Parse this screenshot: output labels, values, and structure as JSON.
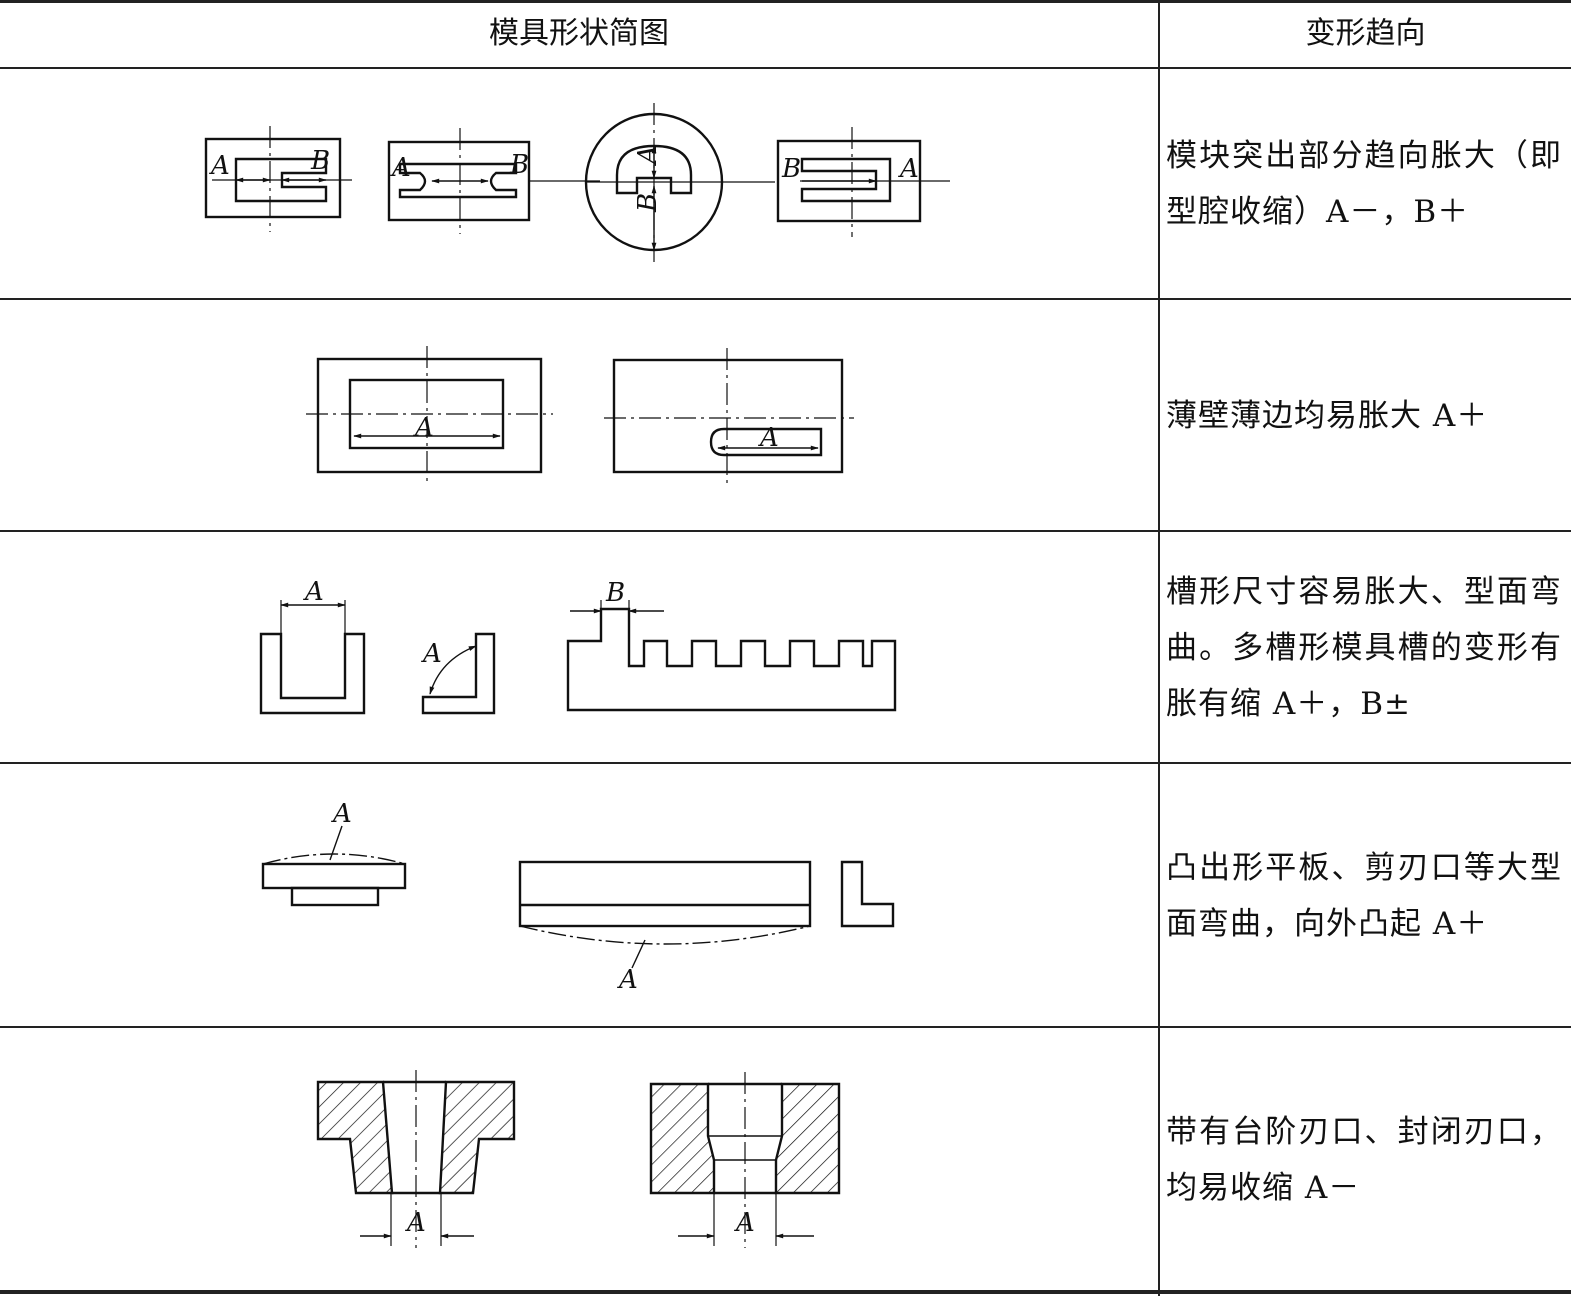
{
  "header": {
    "col_figure": "模具形状简图",
    "col_trend": "变形趋向"
  },
  "rows": [
    {
      "trend": "模块突出部分趋向胀大（即型腔收缩）A－，B＋"
    },
    {
      "trend": "薄壁薄边均易胀大 A＋"
    },
    {
      "trend": "槽形尺寸容易胀大、型面弯曲。多槽形模具槽的变形有胀有缩 A＋，B±"
    },
    {
      "trend": "凸出形平板、剪刃口等大型面弯曲，向外凸起 A＋"
    },
    {
      "trend": "带有台阶刃口、封闭刃口，均易收缩 A－"
    }
  ],
  "labels": {
    "a": "A",
    "b": "B"
  }
}
